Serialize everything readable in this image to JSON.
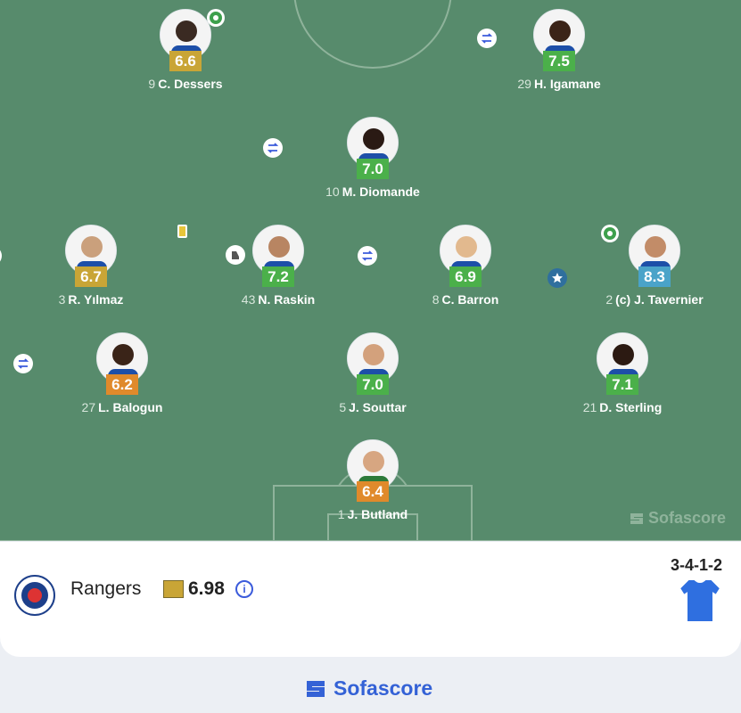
{
  "colors": {
    "pitch": "#578b6c",
    "rating_yellow": "#c9a536",
    "rating_green": "#4bb04a",
    "rating_orange": "#e08a2b",
    "rating_blue": "#4aa3c9",
    "brand_blue": "#3462d6"
  },
  "players": [
    {
      "id": "dessers",
      "number": "9",
      "name": "C. Dessers",
      "rating": "6.6",
      "rating_color": "#c9a536",
      "badges": [
        "goal-icon"
      ]
    },
    {
      "id": "igamane",
      "number": "29",
      "name": "H. Igamane",
      "rating": "7.5",
      "rating_color": "#4bb04a",
      "badges": [
        "substitution-icon"
      ]
    },
    {
      "id": "diomande",
      "number": "10",
      "name": "M. Diomande",
      "rating": "7.0",
      "rating_color": "#4bb04a",
      "badges": [
        "substitution-icon"
      ]
    },
    {
      "id": "yilmaz",
      "number": "3",
      "name": "R. Yılmaz",
      "rating": "6.7",
      "rating_color": "#c9a536",
      "badges": [
        "substitution-icon"
      ]
    },
    {
      "id": "raskin",
      "number": "43",
      "name": "N. Raskin",
      "rating": "7.2",
      "rating_color": "#4bb04a",
      "badges": [
        "yellow-card-icon",
        "boot-icon"
      ]
    },
    {
      "id": "barron",
      "number": "8",
      "name": "C. Barron",
      "rating": "6.9",
      "rating_color": "#4bb04a",
      "badges": [
        "substitution-icon"
      ]
    },
    {
      "id": "tavernier",
      "number": "2",
      "name": "(c) J. Tavernier",
      "rating": "8.3",
      "rating_color": "#4aa3c9",
      "badges": [
        "goal-icon",
        "star-icon"
      ]
    },
    {
      "id": "balogun",
      "number": "27",
      "name": "L. Balogun",
      "rating": "6.2",
      "rating_color": "#e08a2b",
      "badges": [
        "substitution-icon"
      ]
    },
    {
      "id": "souttar",
      "number": "5",
      "name": "J. Souttar",
      "rating": "7.0",
      "rating_color": "#4bb04a",
      "badges": []
    },
    {
      "id": "sterling",
      "number": "21",
      "name": "D. Sterling",
      "rating": "7.1",
      "rating_color": "#4bb04a",
      "badges": []
    },
    {
      "id": "butland",
      "number": "1",
      "name": "J. Butland",
      "rating": "6.4",
      "rating_color": "#e08a2b",
      "badges": []
    }
  ],
  "watermark": "Sofascore",
  "team": {
    "name": "Rangers",
    "rating": "6.98",
    "formation": "3-4-1-2",
    "shirt_color": "#2f6fe0"
  },
  "footer": {
    "brand": "Sofascore"
  }
}
